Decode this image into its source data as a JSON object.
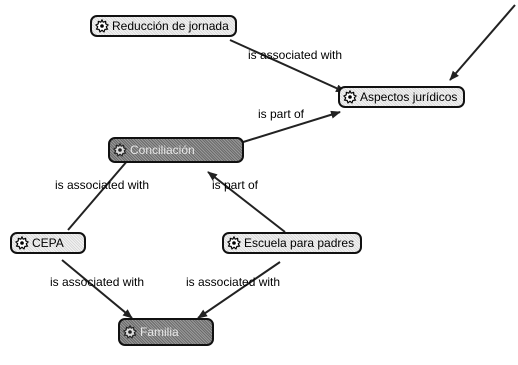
{
  "nodes": {
    "reduccion": {
      "label": "Reducción de jornada",
      "style": "light"
    },
    "aspectos": {
      "label": "Aspectos jurídicos",
      "style": "light"
    },
    "conciliacion": {
      "label": "Conciliación",
      "style": "dark"
    },
    "cepa": {
      "label": "CEPA",
      "style": "light"
    },
    "escuela": {
      "label": "Escuela para padres",
      "style": "light"
    },
    "familia": {
      "label": "Familia",
      "style": "dark"
    }
  },
  "edges": [
    {
      "from": "reduccion",
      "to": "aspectos",
      "label": "is associated with"
    },
    {
      "from": "conciliacion",
      "to": "aspectos",
      "label": "is part of"
    },
    {
      "from": "conciliacion",
      "to": "cepa",
      "label": "is associated with"
    },
    {
      "from": "escuela",
      "to": "conciliacion",
      "label": "is part of"
    },
    {
      "from": "cepa",
      "to": "familia",
      "label": "is associated with"
    },
    {
      "from": "escuela",
      "to": "familia",
      "label": "is associated with"
    }
  ],
  "icon": "gear-icon"
}
